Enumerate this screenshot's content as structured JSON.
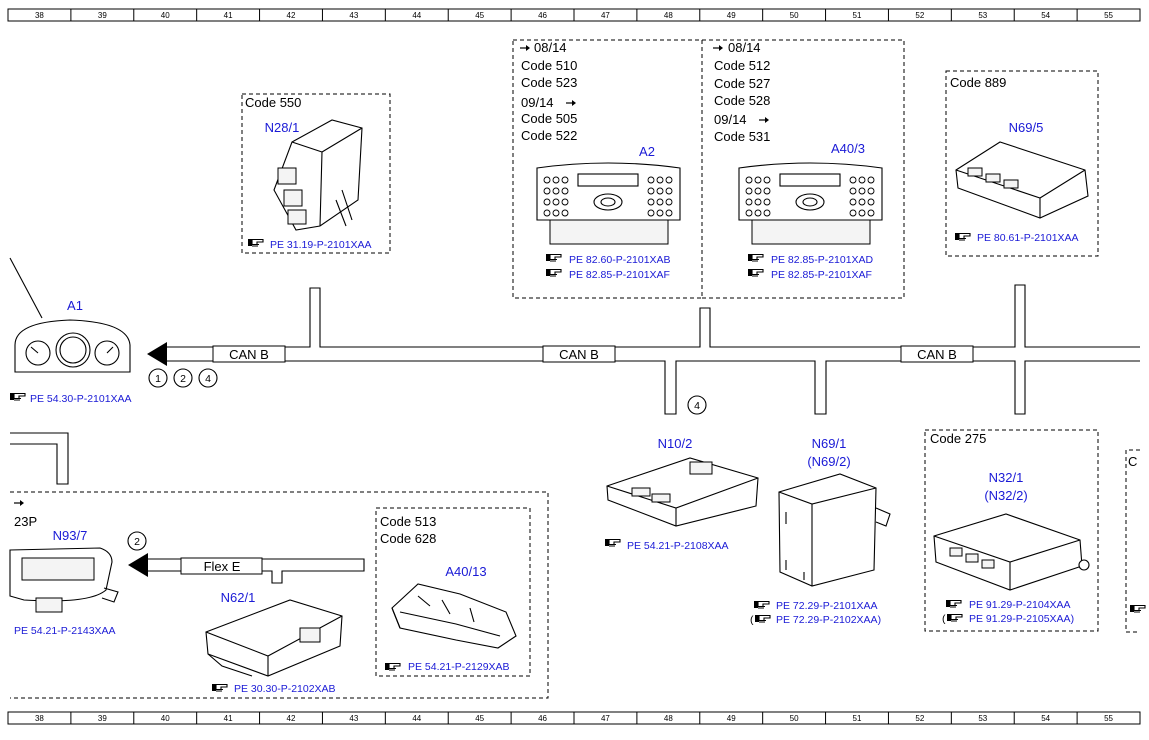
{
  "ruler": {
    "columns": [
      "38",
      "39",
      "40",
      "41",
      "42",
      "43",
      "44",
      "45",
      "46",
      "47",
      "48",
      "49",
      "50",
      "51",
      "52",
      "53",
      "54",
      "55"
    ]
  },
  "bus": {
    "can_label": "CAN B",
    "flex_label": "Flex E"
  },
  "markers": {
    "m1": "1",
    "m2": "2",
    "m4": "4"
  },
  "icons": {
    "reference": "pointing-hand-icon",
    "arrow": "right-arrow-icon"
  },
  "a1": {
    "name": "A1",
    "ref": "PE 54.30-P-2101XAA"
  },
  "n28": {
    "code": "Code 550",
    "name": "N28/1",
    "ref": "PE 31.19-P-2101XAA"
  },
  "a2": {
    "l1": "08/14",
    "l2": "Code 510",
    "l3": "Code 523",
    "l4": "09/14",
    "l5": "Code 505",
    "l6": "Code 522",
    "name": "A2",
    "ref1": "PE 82.60-P-2101XAB",
    "ref2": "PE 82.85-P-2101XAF"
  },
  "a40_3": {
    "l1": "08/14",
    "l2": "Code 512",
    "l3": "Code 527",
    "l4": "Code 528",
    "l5": "09/14",
    "l6": "Code 531",
    "name": "A40/3",
    "ref1": "PE 82.85-P-2101XAD",
    "ref2": "PE 82.85-P-2101XAF"
  },
  "n69_5": {
    "code": "Code 889",
    "name": "N69/5",
    "ref": "PE 80.61-P-2101XAA"
  },
  "n10_2": {
    "name": "N10/2",
    "ref": "PE 54.21-P-2108XAA"
  },
  "n69_1": {
    "name1": "N69/1",
    "name2": "(N69/2)",
    "ref1": "PE 72.29-P-2101XAA",
    "ref2_open": "(",
    "ref2": "PE 72.29-P-2102XAA)"
  },
  "n32_1": {
    "code": "Code 275",
    "name1": "N32/1",
    "name2": "(N32/2)",
    "ref1": "PE 91.29-P-2104XAA",
    "ref2_open": "(",
    "ref2": "PE 91.29-P-2105XAA)"
  },
  "edge_right": {
    "text": "C"
  },
  "n93_7": {
    "code": "23P",
    "name": "N93/7",
    "ref": "PE 54.21-P-2143XAA"
  },
  "n62_1": {
    "name": "N62/1",
    "ref": "PE 30.30-P-2102XAB"
  },
  "a40_13": {
    "code1": "Code 513",
    "code2": "Code 628",
    "name": "A40/13",
    "ref": "PE 54.21-P-2129XAB"
  }
}
